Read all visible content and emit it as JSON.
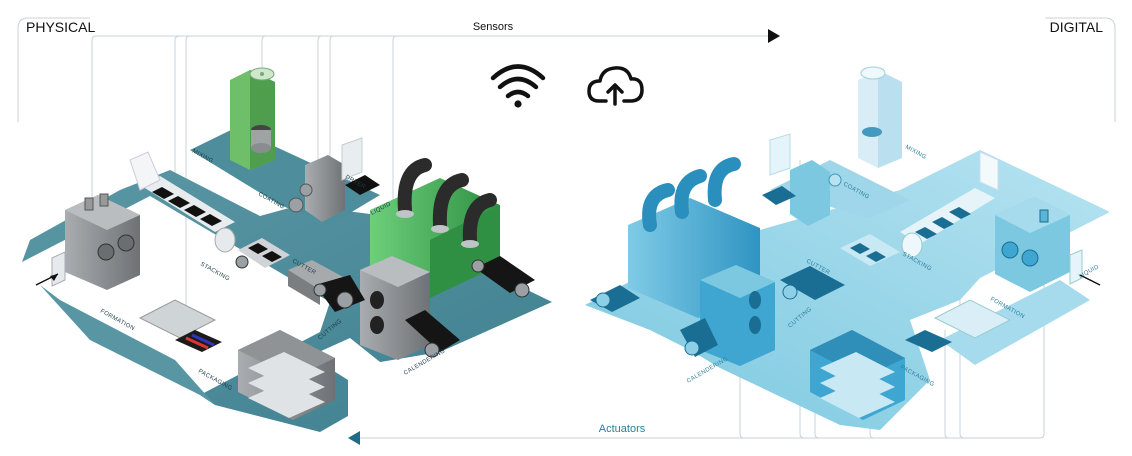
{
  "header": {
    "physical": "PHYSICAL",
    "digital": "DIGITAL"
  },
  "flows": {
    "sensors": "Sensors",
    "actuators": "Actuators"
  },
  "icons": [
    "wifi-icon",
    "cloud-upload-icon"
  ],
  "stations": {
    "mixing": "MIXING",
    "coating": "COATING",
    "stacking": "STACKING",
    "cutter": "CUTTER",
    "cutting": "CUTTING",
    "formation": "FORMATION",
    "packaging": "PACKAGING",
    "calendering": "CALENDERING",
    "liquid": "LIQUID",
    "dryer": "DRYER"
  },
  "colors": {
    "physical_floor": "#3f7f8f",
    "machine_gray": "#8a8d90",
    "mixer_green": "#6fbf6a",
    "calender_green": "#3a9b4a",
    "digital_floor": "#7cc8e0",
    "digital_machine": "#3ea6d0",
    "connector_lines": "#c7d3d8"
  }
}
